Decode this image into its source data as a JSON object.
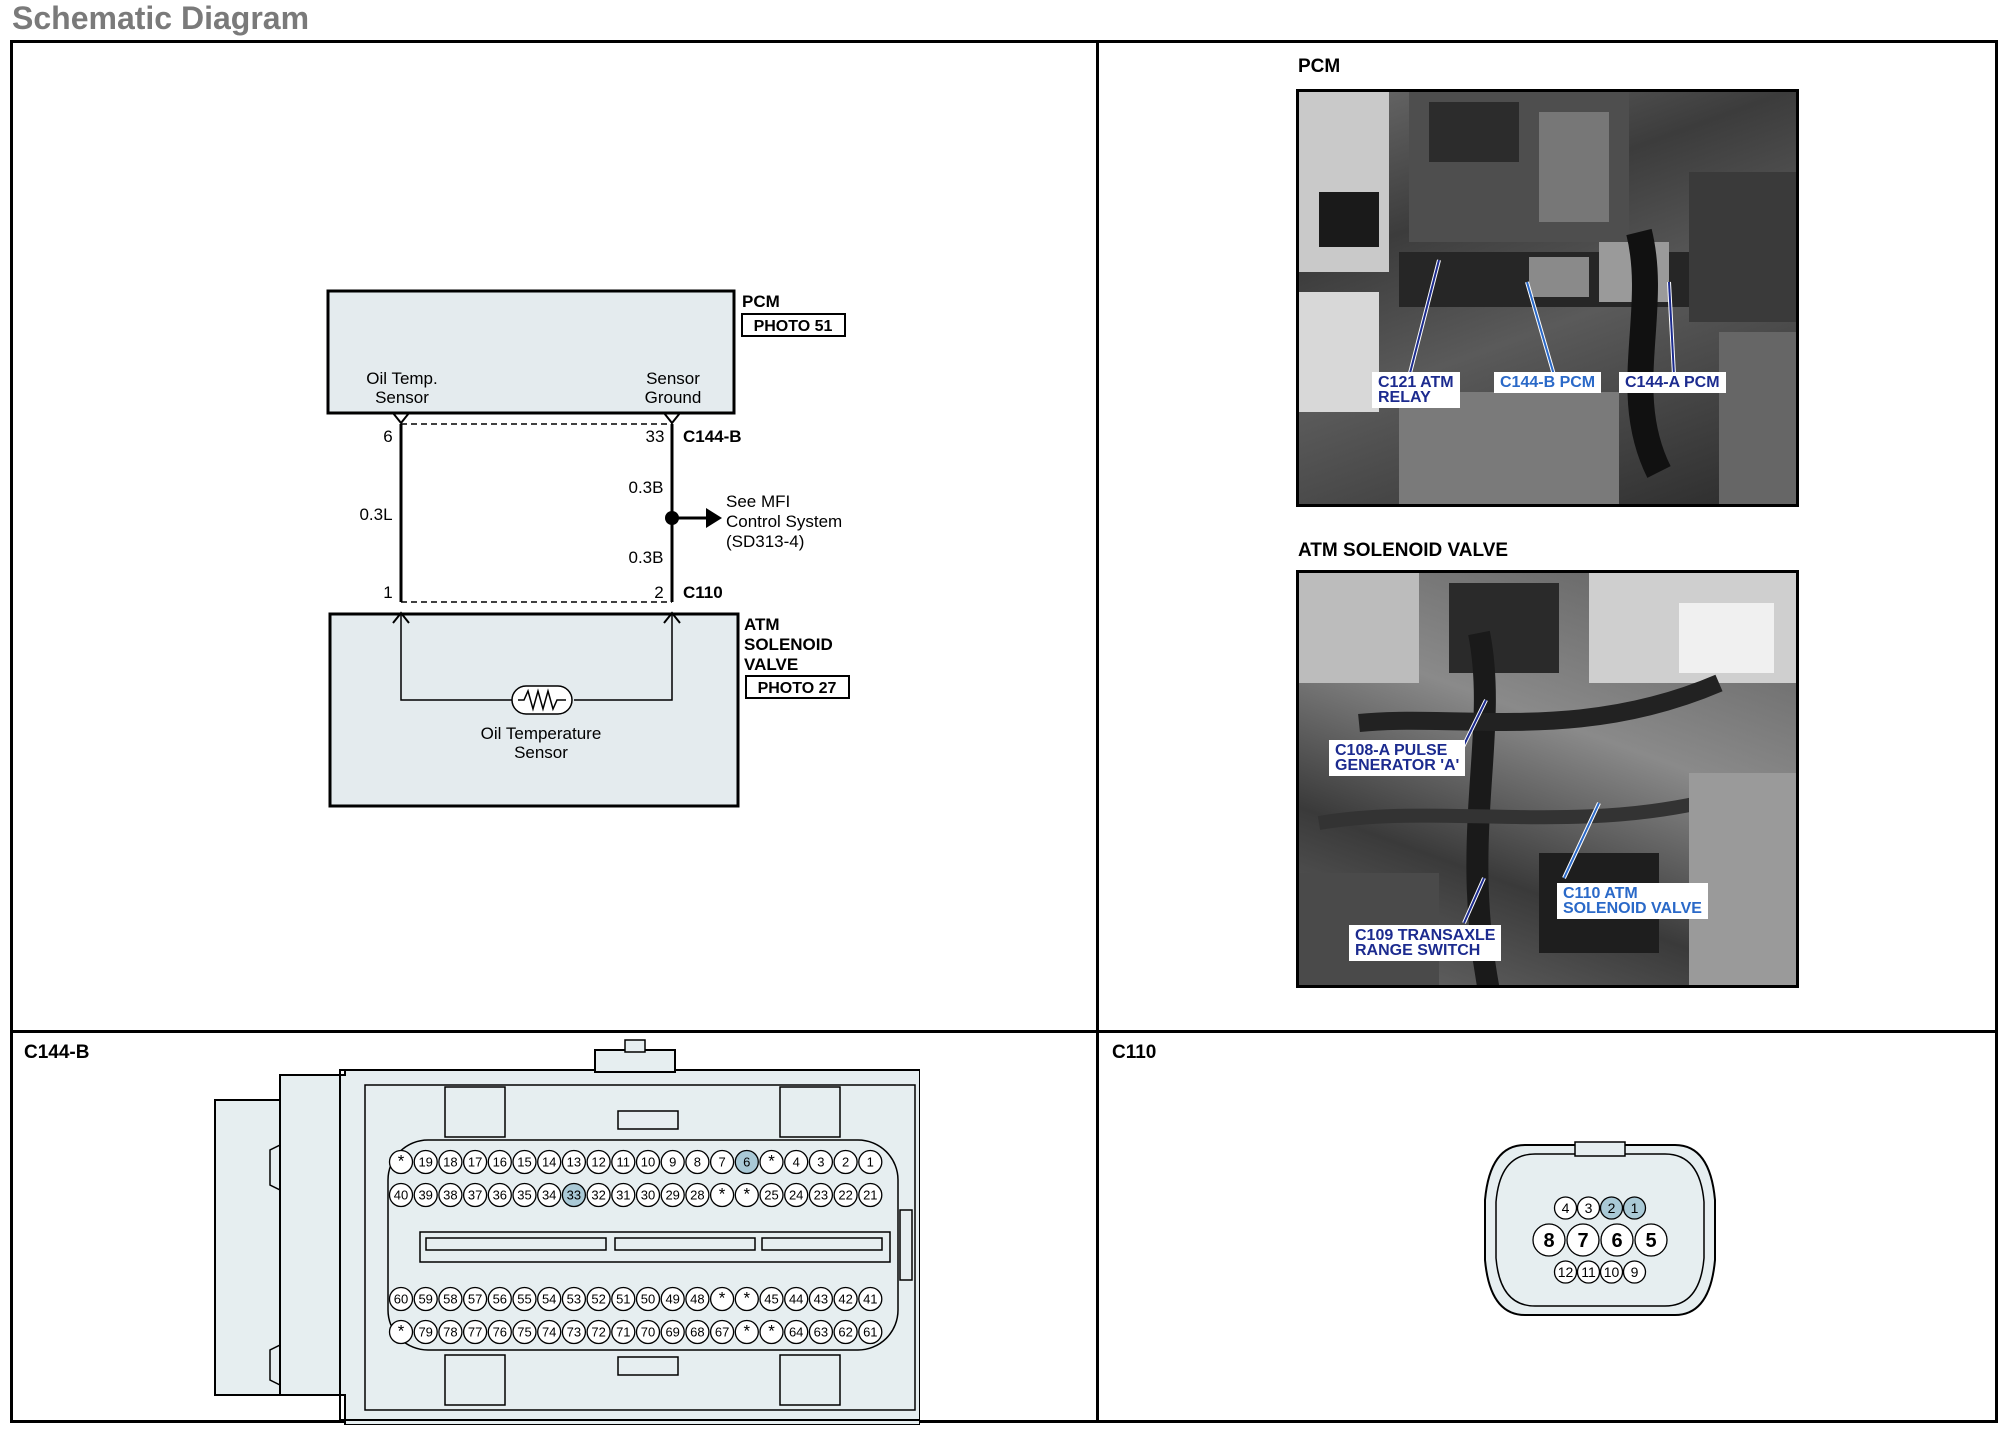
{
  "page_title": "Schematic Diagram",
  "schematic": {
    "pcm": {
      "name": "PCM",
      "photo_ref": "PHOTO 51",
      "pin_labels": [
        "Oil Temp.",
        "Sensor",
        "Sensor",
        "Ground"
      ],
      "connector": "C144-B",
      "pin_left": "6",
      "pin_right": "33"
    },
    "wires": {
      "left_wire": "0.3L",
      "right_wire_upper": "0.3B",
      "right_wire_lower": "0.3B"
    },
    "splice_note": [
      "See MFI",
      "Control System",
      "(SD313-4)"
    ],
    "solenoid": {
      "name": [
        "ATM",
        "SOLENOID",
        "VALVE"
      ],
      "photo_ref": "PHOTO 27",
      "connector": "C110",
      "pin_left": "1",
      "pin_right": "2",
      "sensor_label": [
        "Oil Temperature",
        "Sensor"
      ]
    }
  },
  "photos": {
    "pcm": {
      "title": "PCM",
      "callouts": [
        {
          "text": [
            "C121 ATM",
            "RELAY"
          ]
        },
        {
          "text": [
            "C144-B PCM"
          ]
        },
        {
          "text": [
            "C144-A PCM"
          ]
        }
      ]
    },
    "atm": {
      "title": "ATM SOLENOID VALVE",
      "callouts": [
        {
          "text": [
            "C108-A PULSE",
            "GENERATOR 'A'"
          ]
        },
        {
          "text": [
            "C109 TRANSAXLE",
            "RANGE SWITCH"
          ]
        },
        {
          "text": [
            "C110 ATM",
            "SOLENOID VALVE"
          ]
        }
      ]
    }
  },
  "connector_c144b": {
    "title": "C144-B",
    "rows": [
      [
        "*",
        "19",
        "18",
        "17",
        "16",
        "15",
        "14",
        "13",
        "12",
        "11",
        "10",
        "9",
        "8",
        "7",
        "6",
        "*",
        "4",
        "3",
        "2",
        "1"
      ],
      [
        "40",
        "39",
        "38",
        "37",
        "36",
        "35",
        "34",
        "33",
        "32",
        "31",
        "30",
        "29",
        "28",
        "*",
        "*",
        "25",
        "24",
        "23",
        "22",
        "21"
      ],
      [
        "60",
        "59",
        "58",
        "57",
        "56",
        "55",
        "54",
        "53",
        "52",
        "51",
        "50",
        "49",
        "48",
        "*",
        "*",
        "45",
        "44",
        "43",
        "42",
        "41"
      ],
      [
        "*",
        "79",
        "78",
        "77",
        "76",
        "75",
        "74",
        "73",
        "72",
        "71",
        "70",
        "69",
        "68",
        "67",
        "*",
        "*",
        "64",
        "63",
        "62",
        "61"
      ]
    ],
    "highlighted": [
      "6",
      "33"
    ],
    "highlight_color": "#a9c9d6"
  },
  "connector_c110": {
    "title": "C110",
    "rows": [
      [
        "4",
        "3",
        "2",
        "1"
      ],
      [
        "8",
        "7",
        "6",
        "5"
      ],
      [
        "12",
        "11",
        "10",
        "9"
      ]
    ],
    "highlighted": [
      "2",
      "1"
    ],
    "highlight_color": "#a9c9d6"
  }
}
